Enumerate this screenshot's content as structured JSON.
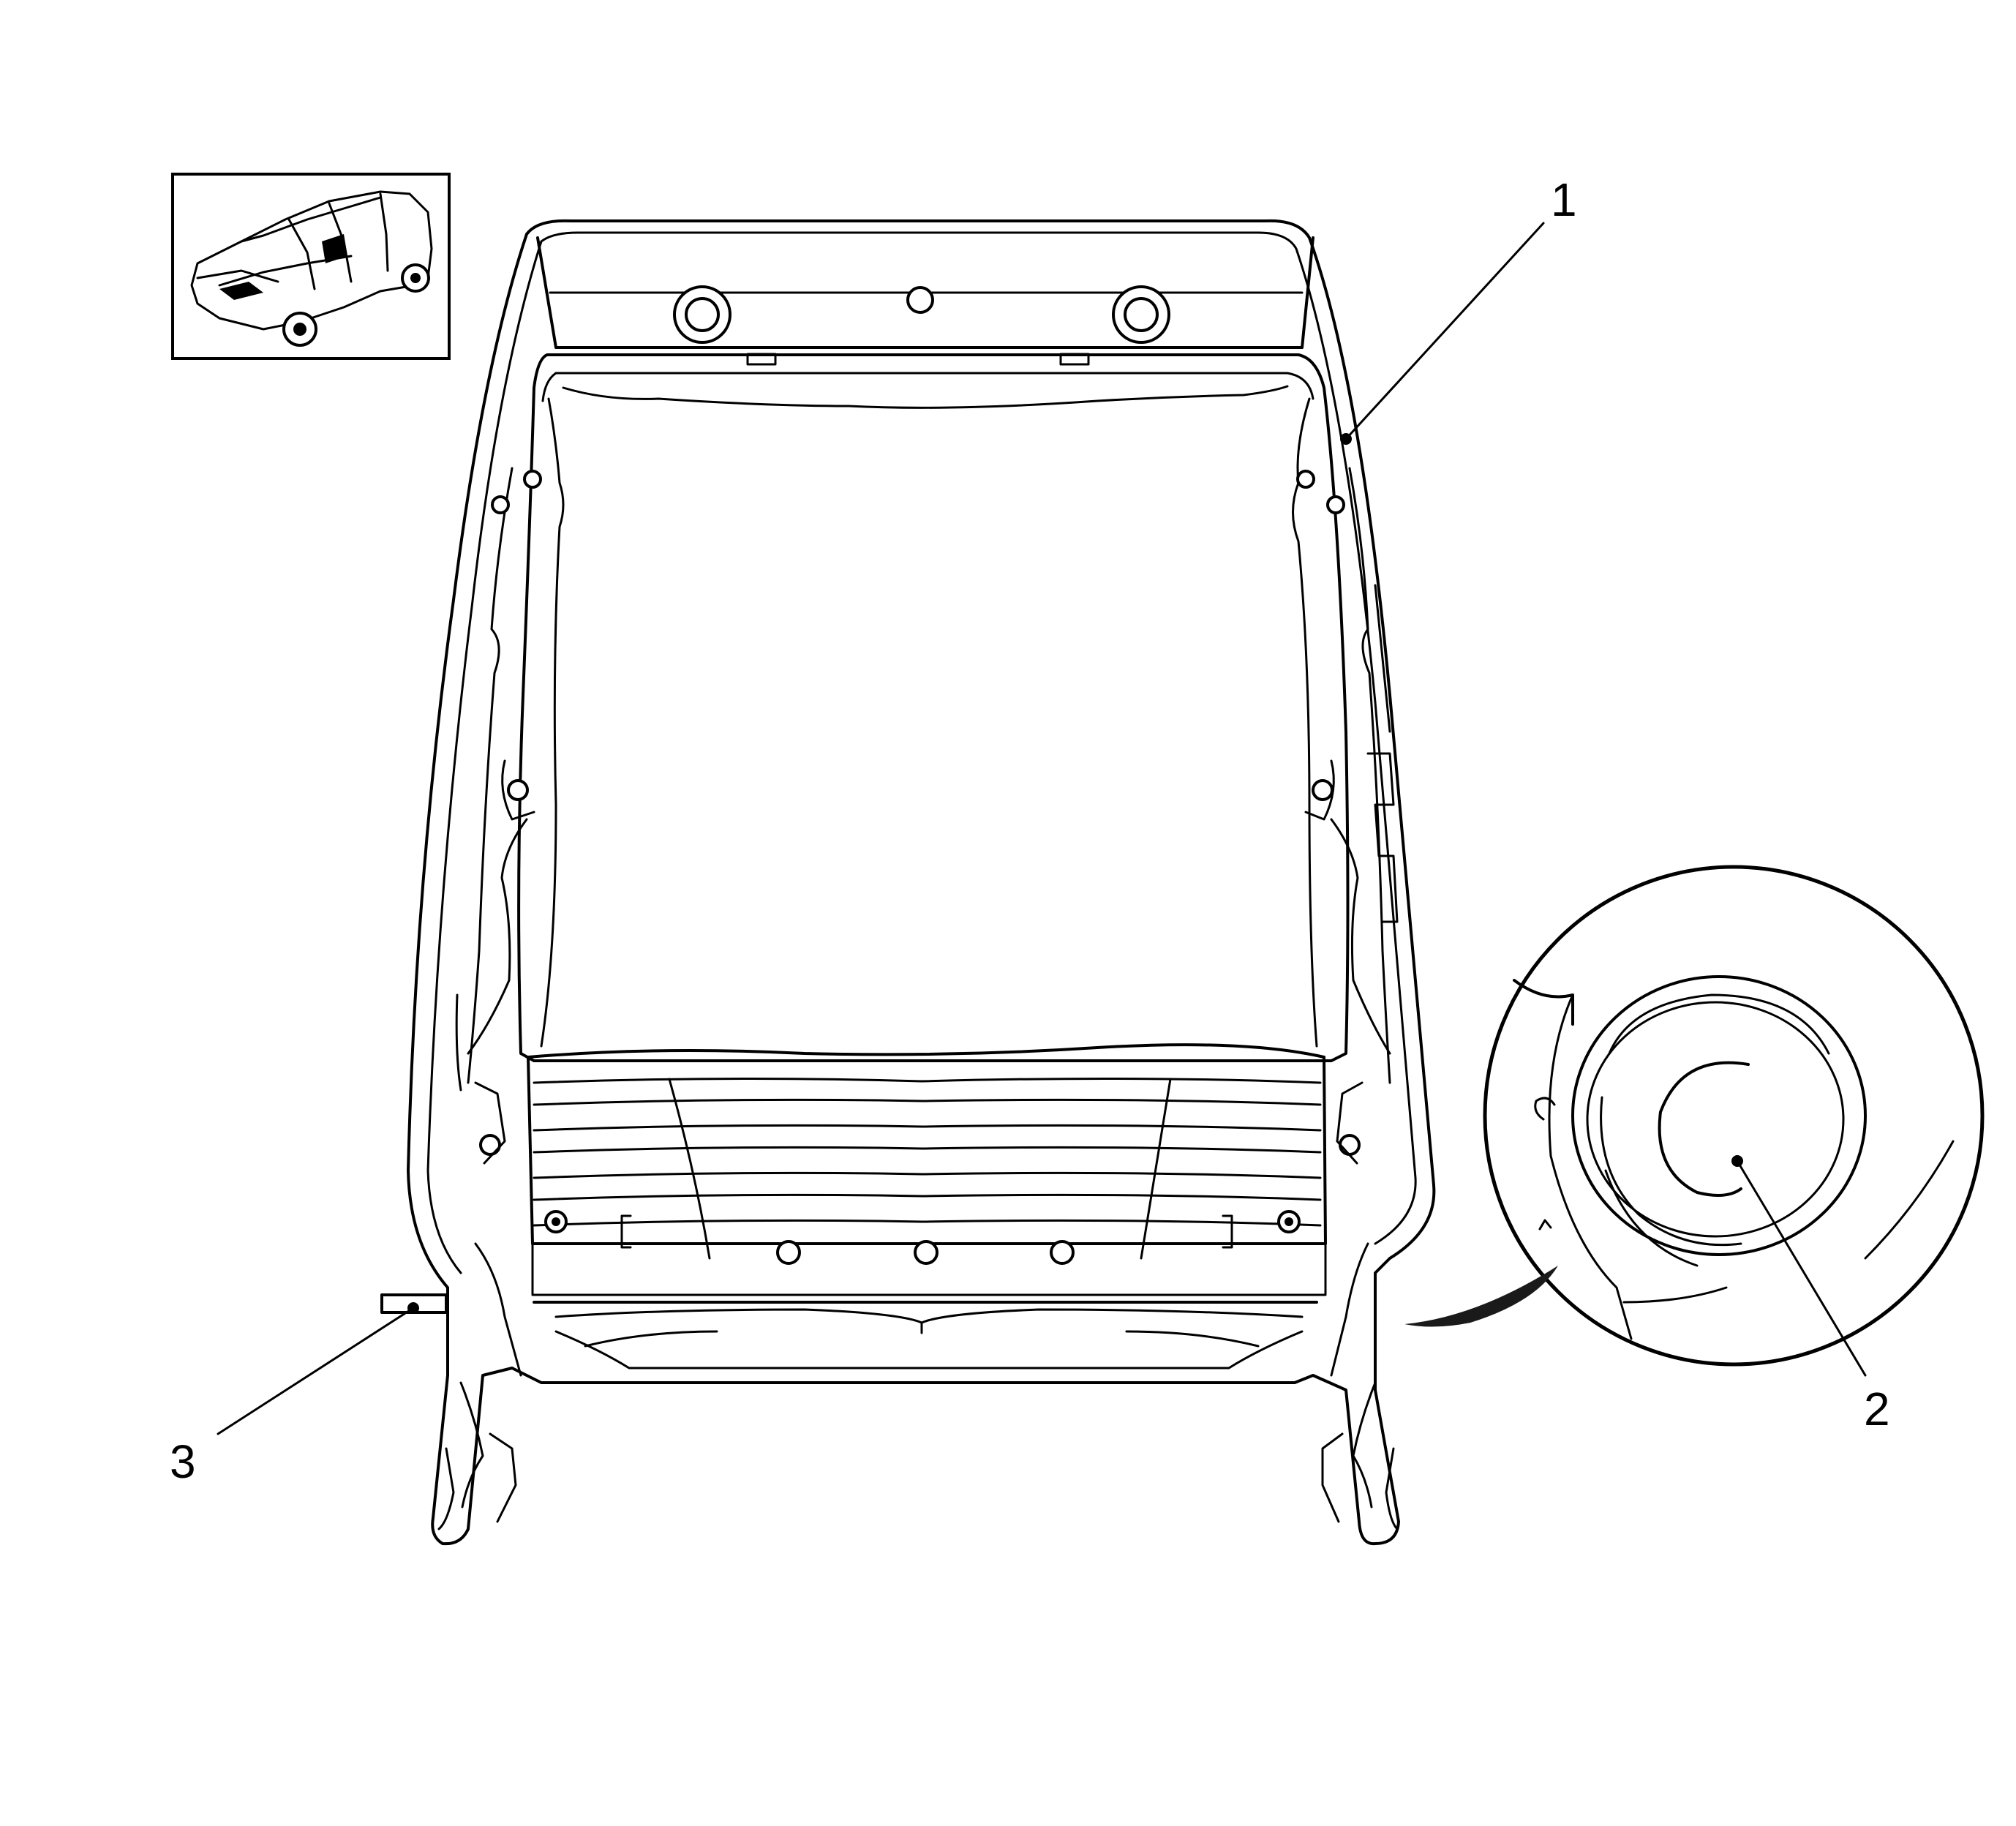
{
  "callouts": [
    {
      "id": "1",
      "label": "1"
    },
    {
      "id": "2",
      "label": "2"
    },
    {
      "id": "3",
      "label": "3"
    }
  ],
  "colors": {
    "line": "#000000",
    "background": "#ffffff",
    "fill_dark": "#1a1a1a"
  },
  "icons": {
    "locator": "vehicle-locator-icon",
    "detail": "magnified-detail-view"
  }
}
